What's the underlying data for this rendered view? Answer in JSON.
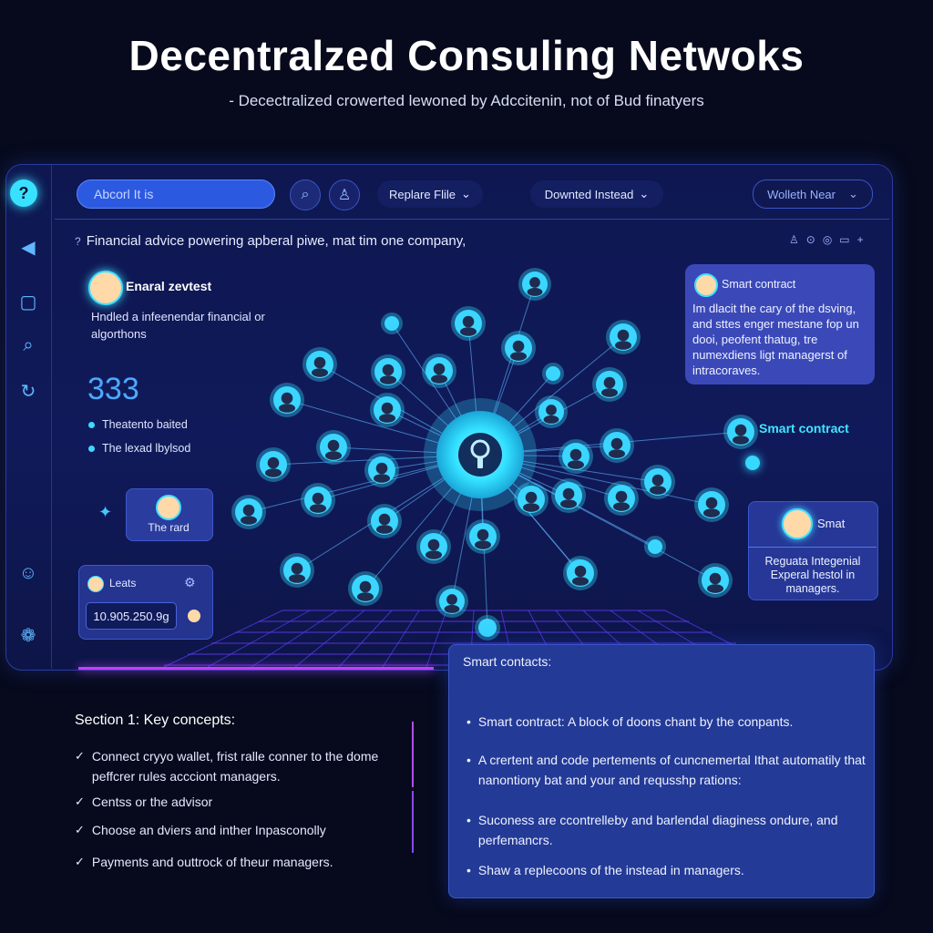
{
  "title": "Decentralzed Consuling Netwoks",
  "subtitle": "- Decectralized crowerted lewoned by Adccitenin, not of Bud finatyers",
  "sidebar": {
    "icons": [
      "logo-icon",
      "megaphone-icon",
      "clipboard-icon",
      "search-icon",
      "share-icon",
      "user-headset-icon",
      "paw-icon"
    ],
    "logo_glyph": "?",
    "megaphone_glyph": "◀",
    "clipboard_glyph": "▢",
    "search_glyph": "⌕",
    "share_glyph": "↻",
    "support_glyph": "☺",
    "paw_glyph": "❁"
  },
  "toolbar": {
    "search_value": "Abcorl It is",
    "search_btn_glyph": "⌕",
    "user_btn_glyph": "♙",
    "replace_label": "Replare Flile",
    "download_label": "Downted Instead",
    "wealth_label": "Wolleth Near",
    "chevron": "⌄"
  },
  "info_line": "Financial advice powering apberal piwe, mat tim one company,",
  "info_marker": "?",
  "header_icons": "♙⊙◎▭+",
  "left_panel": {
    "name": "Enaral zevtest",
    "description": "Hndled a infeenendar financial or algorthons",
    "number": "333",
    "bullets": [
      "Theatento baited",
      "The lexad lbylsod"
    ]
  },
  "rard_card": {
    "label": "The rard",
    "sparkle": "✦"
  },
  "leads_card": {
    "label": "Leats",
    "settings_glyph": "⚙",
    "balance": "10.905.250.9g"
  },
  "contract_card": {
    "title": "Smart contract",
    "body": "Im dlacit the cary of the dsving, and sttes enger mestane fop un dooi, peofent thatug, tre numexdiens ligt managerst of intracoraves."
  },
  "smart_contract_label": "Smart contract",
  "smat_card": {
    "title": "Smat",
    "body": "Reguata Integenial Experal hestol in managers."
  },
  "section": {
    "heading": "Section 1: Key concepts:",
    "check": "✓",
    "items": [
      "Connect cryyo wallet, frist ralle conner to the dome peffcrer rules accciont managers.",
      "Centss or the advisor",
      "Choose an dviers and inther Inpasconolly",
      "Payments and outtrock of theur managers."
    ]
  },
  "contracts_panel": {
    "title": "Smart contacts:",
    "dot": "•",
    "items": [
      "Smart contract: A block of doons chant by the conpants.",
      "A crertent and code pertements of cuncnemertal Ithat automatily that nanontiony bat and your and requsshp rations:",
      "Suconess are ccontrelleby and barlendal diaginess ondure, and perfemancrs.",
      "Shaw a replecoons of the instead in managers."
    ]
  },
  "colors": {
    "background": "#070a1c",
    "panel": "#0e1750",
    "accent_cyan": "#38e1ff",
    "accent_purple": "#c042ff",
    "accent_blue": "#2b5ae0"
  }
}
